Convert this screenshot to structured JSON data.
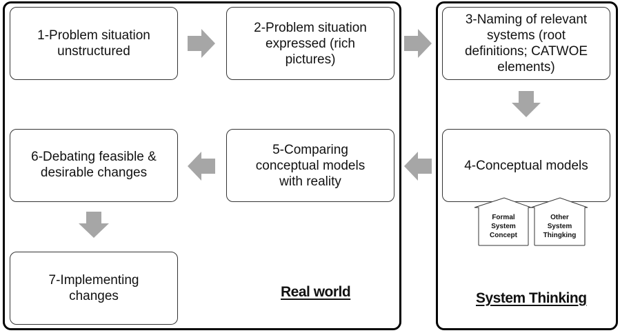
{
  "regions": {
    "real_world": {
      "label": "Real world"
    },
    "system_thinking": {
      "label": "System Thinking"
    }
  },
  "boxes": {
    "step1": "1-Problem situation\nunstructured",
    "step2": "2-Problem situation\nexpressed (rich\npictures)",
    "step3": "3-Naming of relevant\nsystems (root\ndefinitions; CATWOE\nelements)",
    "step4": "4-Conceptual models",
    "step5": "5-Comparing\nconceptual models\nwith reality",
    "step6": "6-Debating feasible &\ndesirable changes",
    "step7": "7-Implementing\nchanges"
  },
  "inputs": {
    "formal": "Formal\nSystem\nConcept",
    "other": "Other\nSystem\nThingking"
  },
  "colors": {
    "arrow_fill": "#a6a6a6",
    "border": "#000000"
  }
}
